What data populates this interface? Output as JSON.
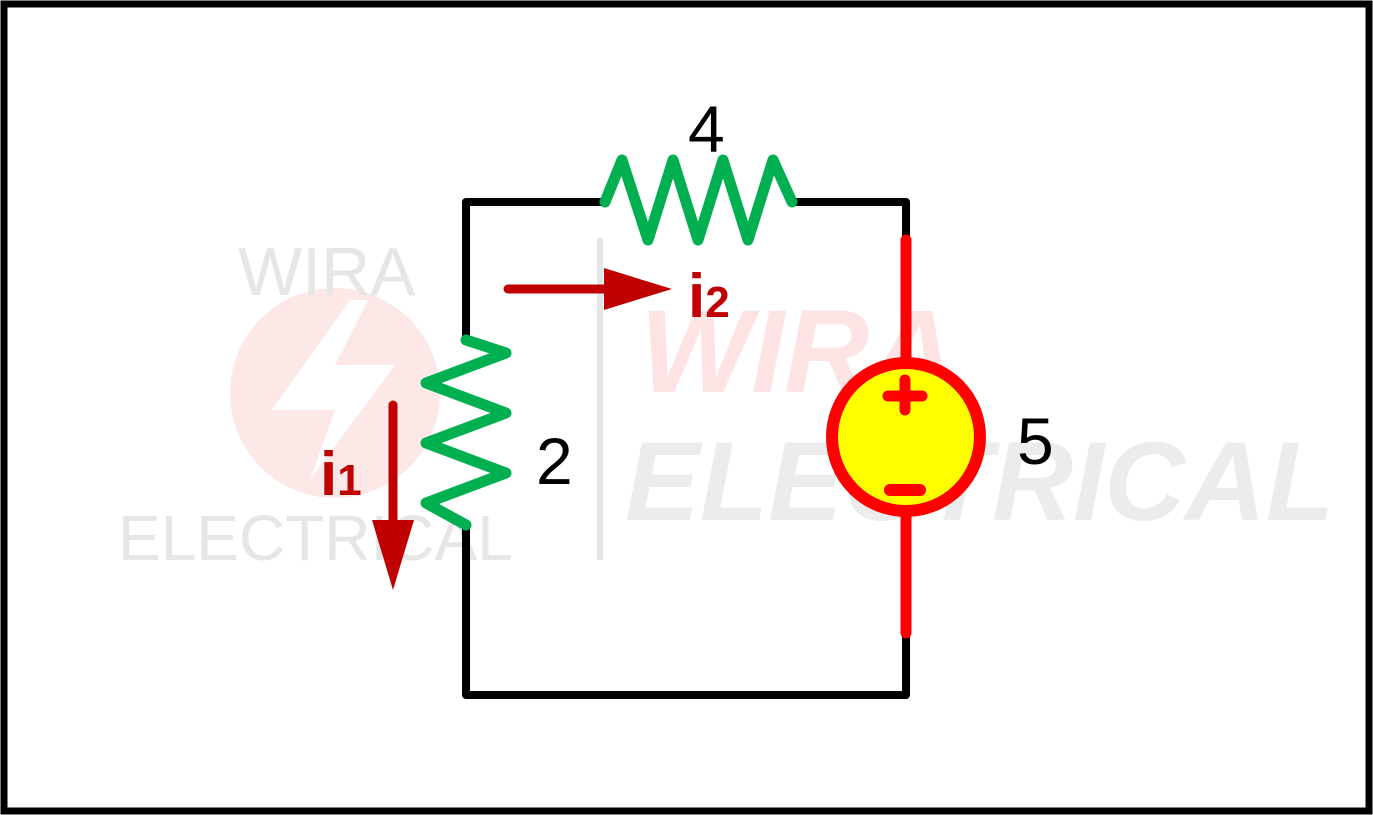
{
  "watermark": {
    "small_top": "WIRA",
    "small_bottom": "ELECTRICAL",
    "big_top": "WIRA",
    "big_bottom": "ELECTRICAL"
  },
  "components": {
    "resistor_top_value": "4",
    "resistor_left_value": "2",
    "source_value": "5",
    "source_plus": "+",
    "source_minus": "−"
  },
  "currents": {
    "i1": {
      "symbol": "i",
      "subscript": "1"
    },
    "i2": {
      "symbol": "i",
      "subscript": "2"
    }
  },
  "colors": {
    "wire": "#000000",
    "resistor": "#00b050",
    "source_outline": "#ff0000",
    "source_fill": "#ffff00",
    "current_arrow": "#c00000",
    "watermark_gray": "#e6e6e6",
    "watermark_red": "#fde3e3"
  }
}
